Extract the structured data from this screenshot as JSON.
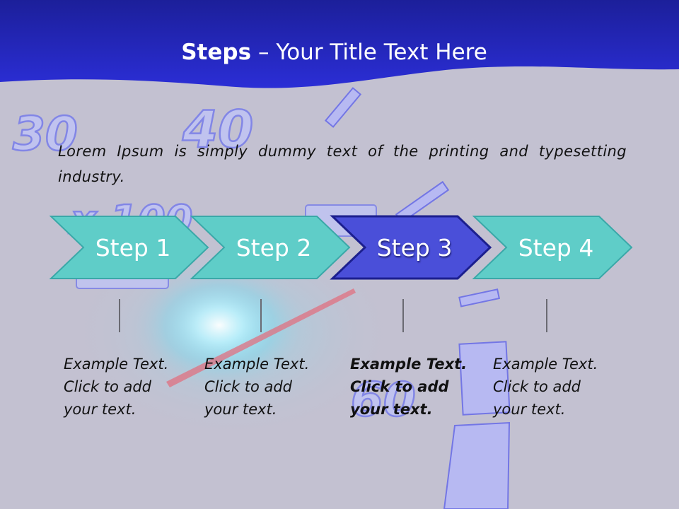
{
  "title": {
    "bold": "Steps",
    "rest": "– Your Title Text Here"
  },
  "intro": "Lorem Ipsum is simply dummy text of the printing and typesetting industry.",
  "background": {
    "dial_numbers": [
      "30",
      "40",
      "x 100",
      "60"
    ]
  },
  "colors": {
    "header_band": "#2a2bd0",
    "step_teal": "#5fcdc8",
    "step_active": "#4a4fd9",
    "connector": "#6a6a72"
  },
  "steps": [
    {
      "label": "Step 1",
      "active": false,
      "text": [
        "Example Text.",
        "Click  to add",
        "your text."
      ]
    },
    {
      "label": "Step 2",
      "active": false,
      "text": [
        "Example Text.",
        "Click  to add",
        "your text."
      ]
    },
    {
      "label": "Step 3",
      "active": true,
      "text": [
        "Example Text.",
        "Click  to add",
        "your text."
      ]
    },
    {
      "label": "Step 4",
      "active": false,
      "text": [
        "Example Text.",
        "Click  to add",
        "your text."
      ]
    }
  ]
}
